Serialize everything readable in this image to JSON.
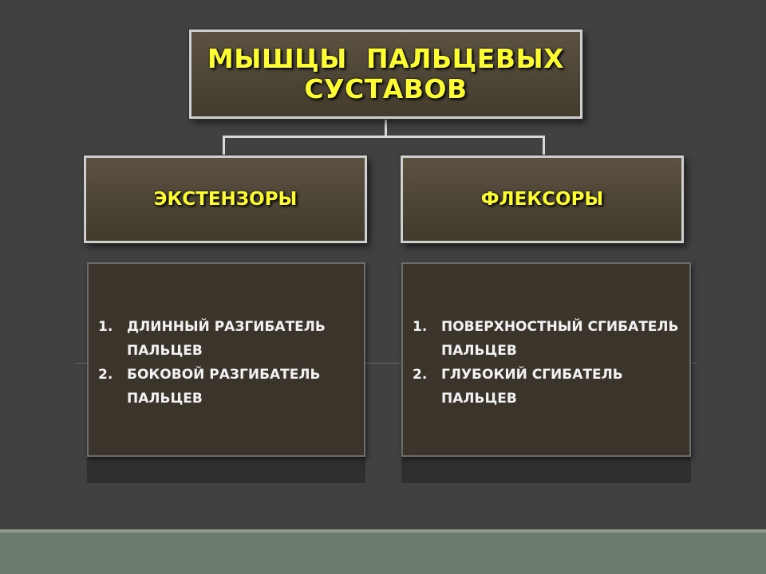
{
  "title": {
    "line1": "МЫШЦЫ  ПАЛЬЦЕВЫХ",
    "line2": "СУСТАВОВ"
  },
  "categories": [
    {
      "label": "ЭКСТЕНЗОРЫ",
      "items": [
        {
          "num": "1.",
          "text": "ДЛИННЫЙ РАЗГИБАТЕЛЬ ПАЛЬЦЕВ"
        },
        {
          "num": "2.",
          "text": "БОКОВОЙ РАЗГИБАТЕЛЬ ПАЛЬЦЕВ"
        }
      ]
    },
    {
      "label": "ФЛЕКСОРЫ",
      "items": [
        {
          "num": "1.",
          "text": "ПОВЕРХНОСТНЫЙ СГИБАТЕЛЬ ПАЛЬЦЕВ"
        },
        {
          "num": "2.",
          "text": "ГЛУБОКИЙ СГИБАТЕЛЬ ПАЛЬЦЕВ"
        }
      ]
    }
  ],
  "colors": {
    "background": "#414141",
    "box_fill": "#4c4434",
    "heading_text": "#ffff33",
    "list_text": "#f2f2f2",
    "bottom_bar": "#6e7c6f"
  }
}
